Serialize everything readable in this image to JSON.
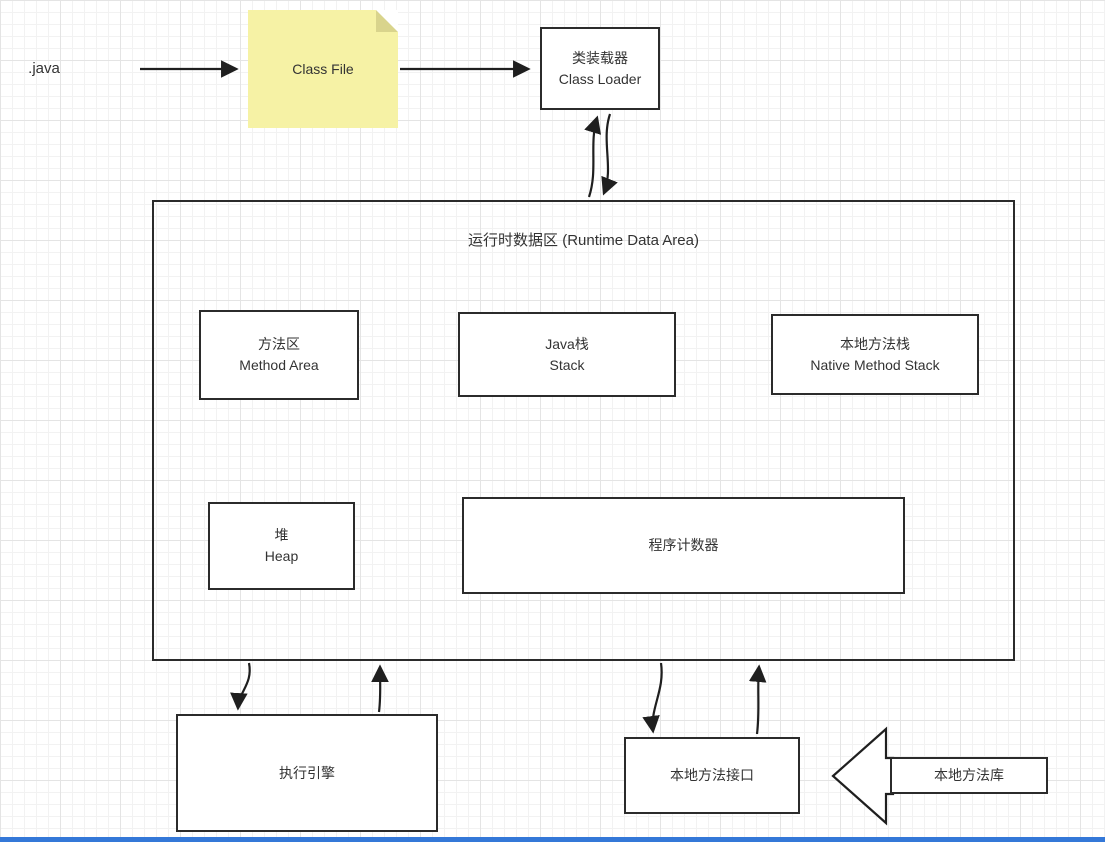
{
  "colors": {
    "sticky_note": "#f6f2a5",
    "sticky_fold": "#d9d48c",
    "stroke": "#2b2b2b",
    "bottom_bar": "#3478d8",
    "background": "#ffffff",
    "grid_minor": "#f2f2f2",
    "grid_major": "#e4e4e4"
  },
  "nodes": {
    "java_file": {
      "label": ".java"
    },
    "class_file": {
      "label": "Class File"
    },
    "class_loader": {
      "line1": "类装载器",
      "line2": "Class Loader"
    },
    "runtime_area": {
      "title": "运行时数据区 (Runtime Data Area)"
    },
    "method_area": {
      "line1": "方法区",
      "line2": "Method Area"
    },
    "java_stack": {
      "line1": "Java栈",
      "line2": "Stack"
    },
    "native_method_stack": {
      "line1": "本地方法栈",
      "line2": "Native Method Stack"
    },
    "heap": {
      "line1": "堆",
      "line2": "Heap"
    },
    "program_counter": {
      "label": "程序计数器"
    },
    "execution_engine": {
      "label": "执行引擎"
    },
    "native_method_interface": {
      "label": "本地方法接口"
    },
    "native_method_library": {
      "label": "本地方法库"
    }
  }
}
